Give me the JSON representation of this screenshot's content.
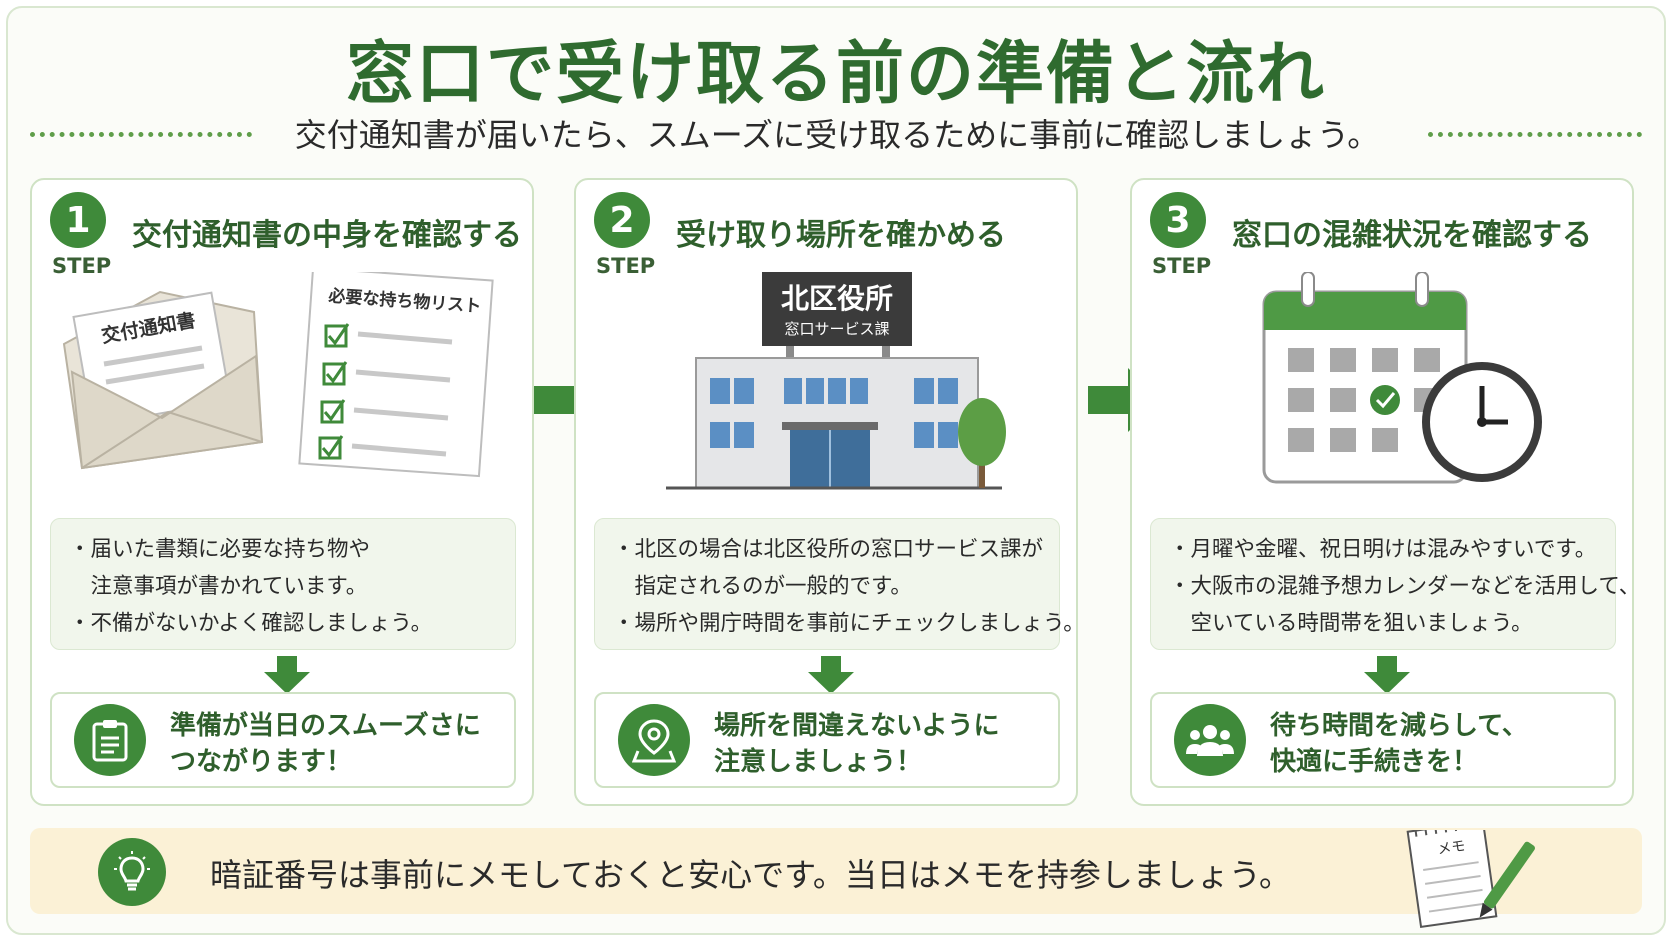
{
  "title": "窓口で受け取る前の準備と流れ",
  "subtitle": "交付通知書が届いたら、スムーズに受け取るために事前に確認しましょう。",
  "steps": [
    {
      "number": "1",
      "label": "STEP",
      "title": "交付通知書の中身を確認する",
      "illustration": {
        "envelope_doc_title": "交付通知書",
        "checklist_title": "必要な持ち物リスト",
        "icon": "envelope-checklist-icon"
      },
      "info_lines": [
        "・届いた書類に必要な持ち物や",
        "　注意事項が書かれています。",
        "・不備がないかよく確認しましょう。"
      ],
      "result_text": "準備が当日のスムーズさに\nつながります！",
      "result_icon": "clipboard-icon"
    },
    {
      "number": "2",
      "label": "STEP",
      "title": "受け取り場所を確かめる",
      "illustration": {
        "sign_main": "北区役所",
        "sign_sub": "窓口サービス課",
        "icon": "office-building-icon"
      },
      "info_lines": [
        "・北区の場合は北区役所の窓口サービス課が",
        "　指定されるのが一般的です。",
        "・場所や開庁時間を事前にチェックしましょう。"
      ],
      "result_text": "場所を間違えないように\n注意しましょう！",
      "result_icon": "map-pin-icon"
    },
    {
      "number": "3",
      "label": "STEP",
      "title": "窓口の混雑状況を確認する",
      "illustration": {
        "icon": "calendar-clock-icon"
      },
      "info_lines": [
        "・月曜や金曜、祝日明けは混みやすいです。",
        "・大阪市の混雑予想カレンダーなどを活用して、",
        "　空いている時間帯を狙いましょう。"
      ],
      "result_text": "待ち時間を減らして、\n快適に手続きを！",
      "result_icon": "people-group-icon"
    }
  ],
  "tip": {
    "text": "暗証番号は事前にメモしておくと安心です。当日はメモを持参しましょう。",
    "icon": "lightbulb-icon",
    "memo_label": "メモ"
  },
  "colors": {
    "primary_green": "#3f8a3a",
    "title_green": "#2f6b2f",
    "light_green_bg": "#f1f6ec",
    "tip_bg": "#fbf1d6"
  }
}
